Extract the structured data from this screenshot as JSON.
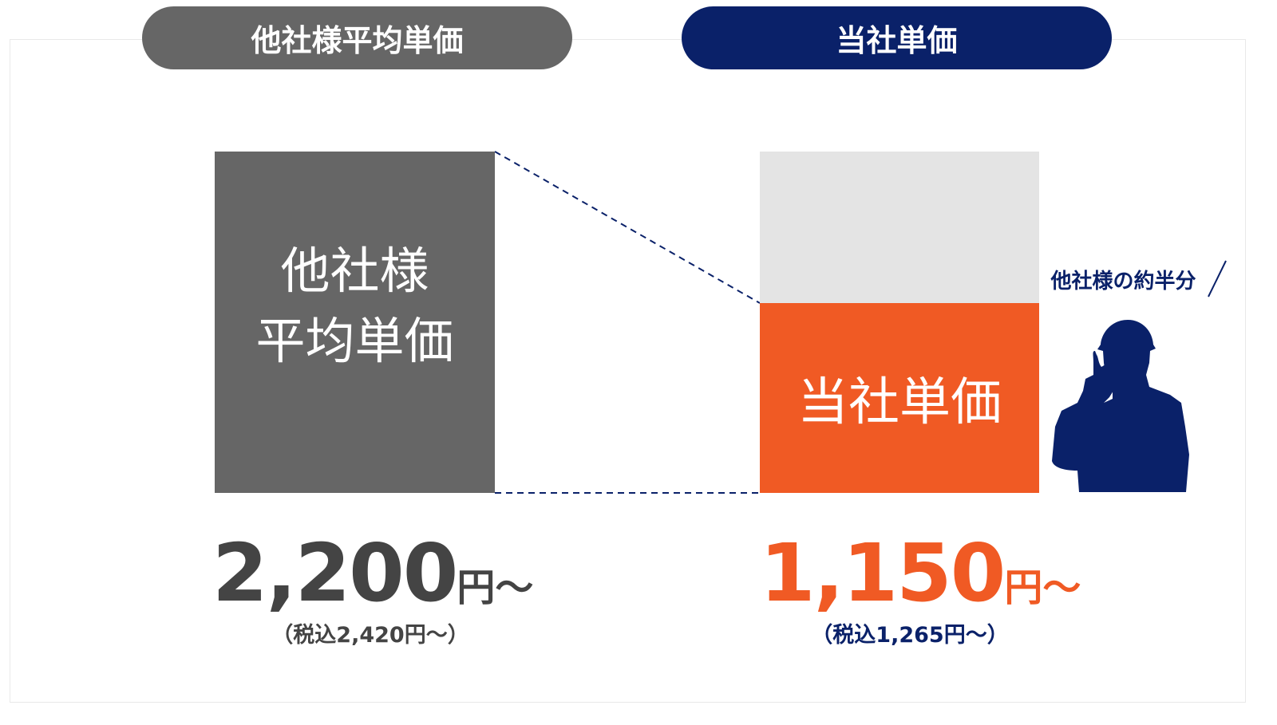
{
  "headers": {
    "competitor": "他社様平均単価",
    "ours": "当社単価"
  },
  "bars": {
    "competitor_line1": "他社様",
    "competitor_line2": "平均単価",
    "ours": "当社単価",
    "ours_ratio_of_competitor": 0.52
  },
  "annotation": "他社様の約半分",
  "prices": {
    "competitor": {
      "value": "2,200",
      "unit": "円〜",
      "tax_included": "（税込2,420円〜）"
    },
    "ours": {
      "value": "1,150",
      "unit": "円〜",
      "tax_included": "（税込1,265円〜）"
    }
  },
  "colors": {
    "gray": "#666666",
    "navy": "#0a2169",
    "orange": "#f05a24",
    "light": "#e4e4e4"
  }
}
